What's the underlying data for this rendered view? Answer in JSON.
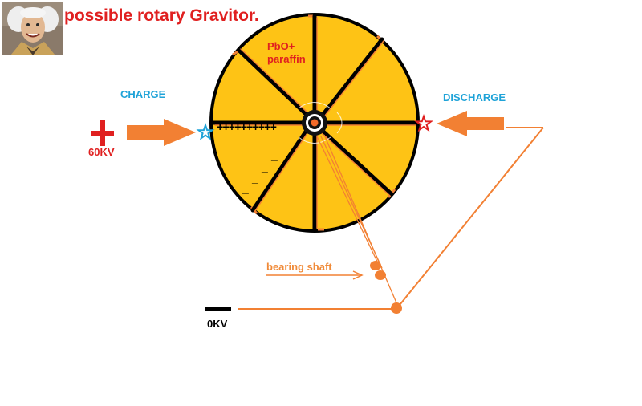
{
  "title": "possible rotary Gravitor.",
  "labels": {
    "charge": "CHARGE",
    "discharge": "DISCHARGE",
    "positive_voltage": "60KV",
    "ground_voltage": "0KV",
    "bearing_shaft": "bearing shaft",
    "material_line1": "PbO+",
    "material_line2": "paraffin"
  },
  "charges": {
    "positive": "++++++++++",
    "negative": [
      "_",
      "_",
      "_",
      "_",
      "_"
    ]
  },
  "colors": {
    "disk_fill": "#fec315",
    "arrow_orange": "#f28033",
    "title_red": "#e02020",
    "label_blue": "#1fa3d8",
    "outline": "#000000",
    "hub": "#f26a2a"
  },
  "icons": {
    "portrait": "scientist-portrait",
    "charge_star": "blue-star-icon",
    "discharge_star": "red-star-icon",
    "plus": "plus-icon"
  }
}
